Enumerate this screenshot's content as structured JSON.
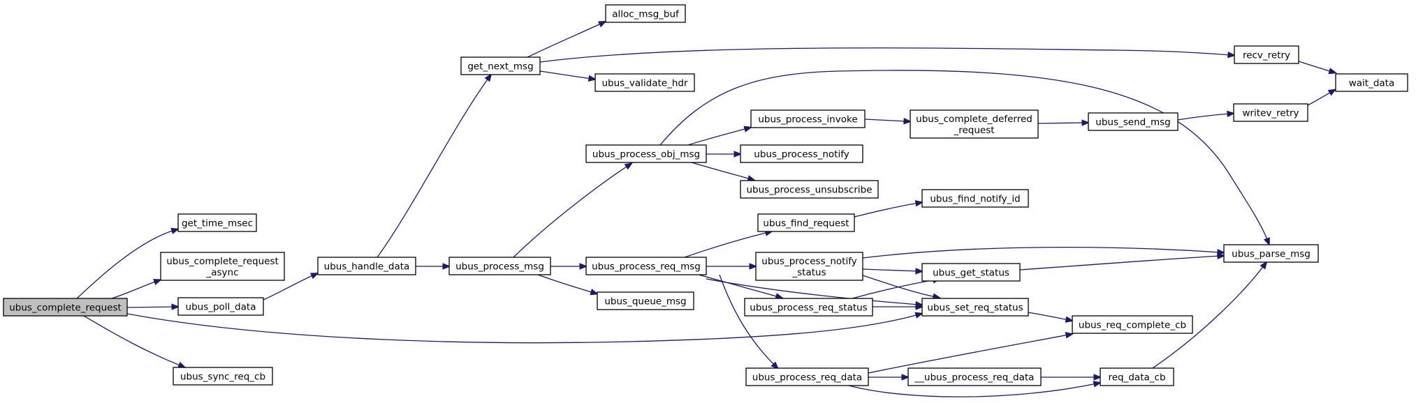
{
  "nodes": [
    {
      "id": "ubus_complete_request",
      "lines": [
        "ubus_complete_request"
      ],
      "root": true
    },
    {
      "id": "get_time_msec",
      "lines": [
        "get_time_msec"
      ]
    },
    {
      "id": "ubus_complete_request_async",
      "lines": [
        "ubus_complete_request",
        "_async"
      ]
    },
    {
      "id": "ubus_poll_data",
      "lines": [
        "ubus_poll_data"
      ]
    },
    {
      "id": "ubus_sync_req_cb",
      "lines": [
        "ubus_sync_req_cb"
      ]
    },
    {
      "id": "ubus_handle_data",
      "lines": [
        "ubus_handle_data"
      ]
    },
    {
      "id": "get_next_msg",
      "lines": [
        "get_next_msg"
      ]
    },
    {
      "id": "alloc_msg_buf",
      "lines": [
        "alloc_msg_buf"
      ]
    },
    {
      "id": "ubus_validate_hdr",
      "lines": [
        "ubus_validate_hdr"
      ]
    },
    {
      "id": "recv_retry",
      "lines": [
        "recv_retry"
      ]
    },
    {
      "id": "wait_data",
      "lines": [
        "wait_data"
      ]
    },
    {
      "id": "ubus_process_msg",
      "lines": [
        "ubus_process_msg"
      ]
    },
    {
      "id": "ubus_process_obj_msg",
      "lines": [
        "ubus_process_obj_msg"
      ]
    },
    {
      "id": "ubus_process_invoke",
      "lines": [
        "ubus_process_invoke"
      ]
    },
    {
      "id": "ubus_process_notify",
      "lines": [
        "ubus_process_notify"
      ]
    },
    {
      "id": "ubus_process_unsubscribe",
      "lines": [
        "ubus_process_unsubscribe"
      ]
    },
    {
      "id": "ubus_complete_deferred_request",
      "lines": [
        "ubus_complete_deferred",
        "_request"
      ]
    },
    {
      "id": "ubus_send_msg",
      "lines": [
        "ubus_send_msg"
      ]
    },
    {
      "id": "writev_retry",
      "lines": [
        "writev_retry"
      ]
    },
    {
      "id": "ubus_parse_msg",
      "lines": [
        "ubus_parse_msg"
      ]
    },
    {
      "id": "ubus_process_req_msg",
      "lines": [
        "ubus_process_req_msg"
      ]
    },
    {
      "id": "ubus_queue_msg",
      "lines": [
        "ubus_queue_msg"
      ]
    },
    {
      "id": "ubus_find_request",
      "lines": [
        "ubus_find_request"
      ]
    },
    {
      "id": "ubus_find_notify_id",
      "lines": [
        "ubus_find_notify_id"
      ]
    },
    {
      "id": "ubus_process_notify_status",
      "lines": [
        "ubus_process_notify",
        "_status"
      ]
    },
    {
      "id": "ubus_get_status",
      "lines": [
        "ubus_get_status"
      ]
    },
    {
      "id": "ubus_process_req_status",
      "lines": [
        "ubus_process_req_status"
      ]
    },
    {
      "id": "ubus_set_req_status",
      "lines": [
        "ubus_set_req_status"
      ]
    },
    {
      "id": "ubus_req_complete_cb",
      "lines": [
        "ubus_req_complete_cb"
      ]
    },
    {
      "id": "ubus_process_req_data",
      "lines": [
        "ubus_process_req_data"
      ]
    },
    {
      "id": "__ubus_process_req_data",
      "lines": [
        "__ubus_process_req_data"
      ]
    },
    {
      "id": "req_data_cb",
      "lines": [
        "req_data_cb"
      ]
    }
  ],
  "edges": [
    [
      "ubus_complete_request",
      "get_time_msec"
    ],
    [
      "ubus_complete_request",
      "ubus_complete_request_async"
    ],
    [
      "ubus_complete_request",
      "ubus_poll_data"
    ],
    [
      "ubus_complete_request",
      "ubus_sync_req_cb"
    ],
    [
      "ubus_complete_request",
      "ubus_set_req_status"
    ],
    [
      "ubus_poll_data",
      "ubus_handle_data"
    ],
    [
      "ubus_handle_data",
      "get_next_msg"
    ],
    [
      "ubus_handle_data",
      "ubus_process_msg"
    ],
    [
      "get_next_msg",
      "alloc_msg_buf"
    ],
    [
      "get_next_msg",
      "ubus_validate_hdr"
    ],
    [
      "get_next_msg",
      "recv_retry"
    ],
    [
      "recv_retry",
      "wait_data"
    ],
    [
      "ubus_process_msg",
      "ubus_process_obj_msg"
    ],
    [
      "ubus_process_msg",
      "ubus_process_req_msg"
    ],
    [
      "ubus_process_msg",
      "ubus_queue_msg"
    ],
    [
      "ubus_process_obj_msg",
      "ubus_process_invoke"
    ],
    [
      "ubus_process_obj_msg",
      "ubus_process_notify"
    ],
    [
      "ubus_process_obj_msg",
      "ubus_process_unsubscribe"
    ],
    [
      "ubus_process_obj_msg",
      "ubus_parse_msg"
    ],
    [
      "ubus_process_invoke",
      "ubus_complete_deferred_request"
    ],
    [
      "ubus_complete_deferred_request",
      "ubus_send_msg"
    ],
    [
      "ubus_send_msg",
      "writev_retry"
    ],
    [
      "writev_retry",
      "wait_data"
    ],
    [
      "ubus_process_req_msg",
      "ubus_find_request"
    ],
    [
      "ubus_process_req_msg",
      "ubus_process_notify_status"
    ],
    [
      "ubus_process_req_msg",
      "ubus_process_req_status"
    ],
    [
      "ubus_process_req_msg",
      "ubus_set_req_status"
    ],
    [
      "ubus_process_req_msg",
      "ubus_process_req_data"
    ],
    [
      "ubus_find_request",
      "ubus_find_notify_id"
    ],
    [
      "ubus_process_notify_status",
      "ubus_parse_msg"
    ],
    [
      "ubus_process_notify_status",
      "ubus_get_status"
    ],
    [
      "ubus_process_notify_status",
      "ubus_set_req_status"
    ],
    [
      "ubus_get_status",
      "ubus_parse_msg"
    ],
    [
      "ubus_process_req_status",
      "ubus_get_status"
    ],
    [
      "ubus_process_req_status",
      "ubus_set_req_status"
    ],
    [
      "ubus_set_req_status",
      "ubus_req_complete_cb"
    ],
    [
      "ubus_process_req_data",
      "ubus_req_complete_cb"
    ],
    [
      "ubus_process_req_data",
      "__ubus_process_req_data"
    ],
    [
      "ubus_process_req_data",
      "req_data_cb"
    ],
    [
      "__ubus_process_req_data",
      "req_data_cb"
    ],
    [
      "req_data_cb",
      "ubus_parse_msg"
    ]
  ]
}
